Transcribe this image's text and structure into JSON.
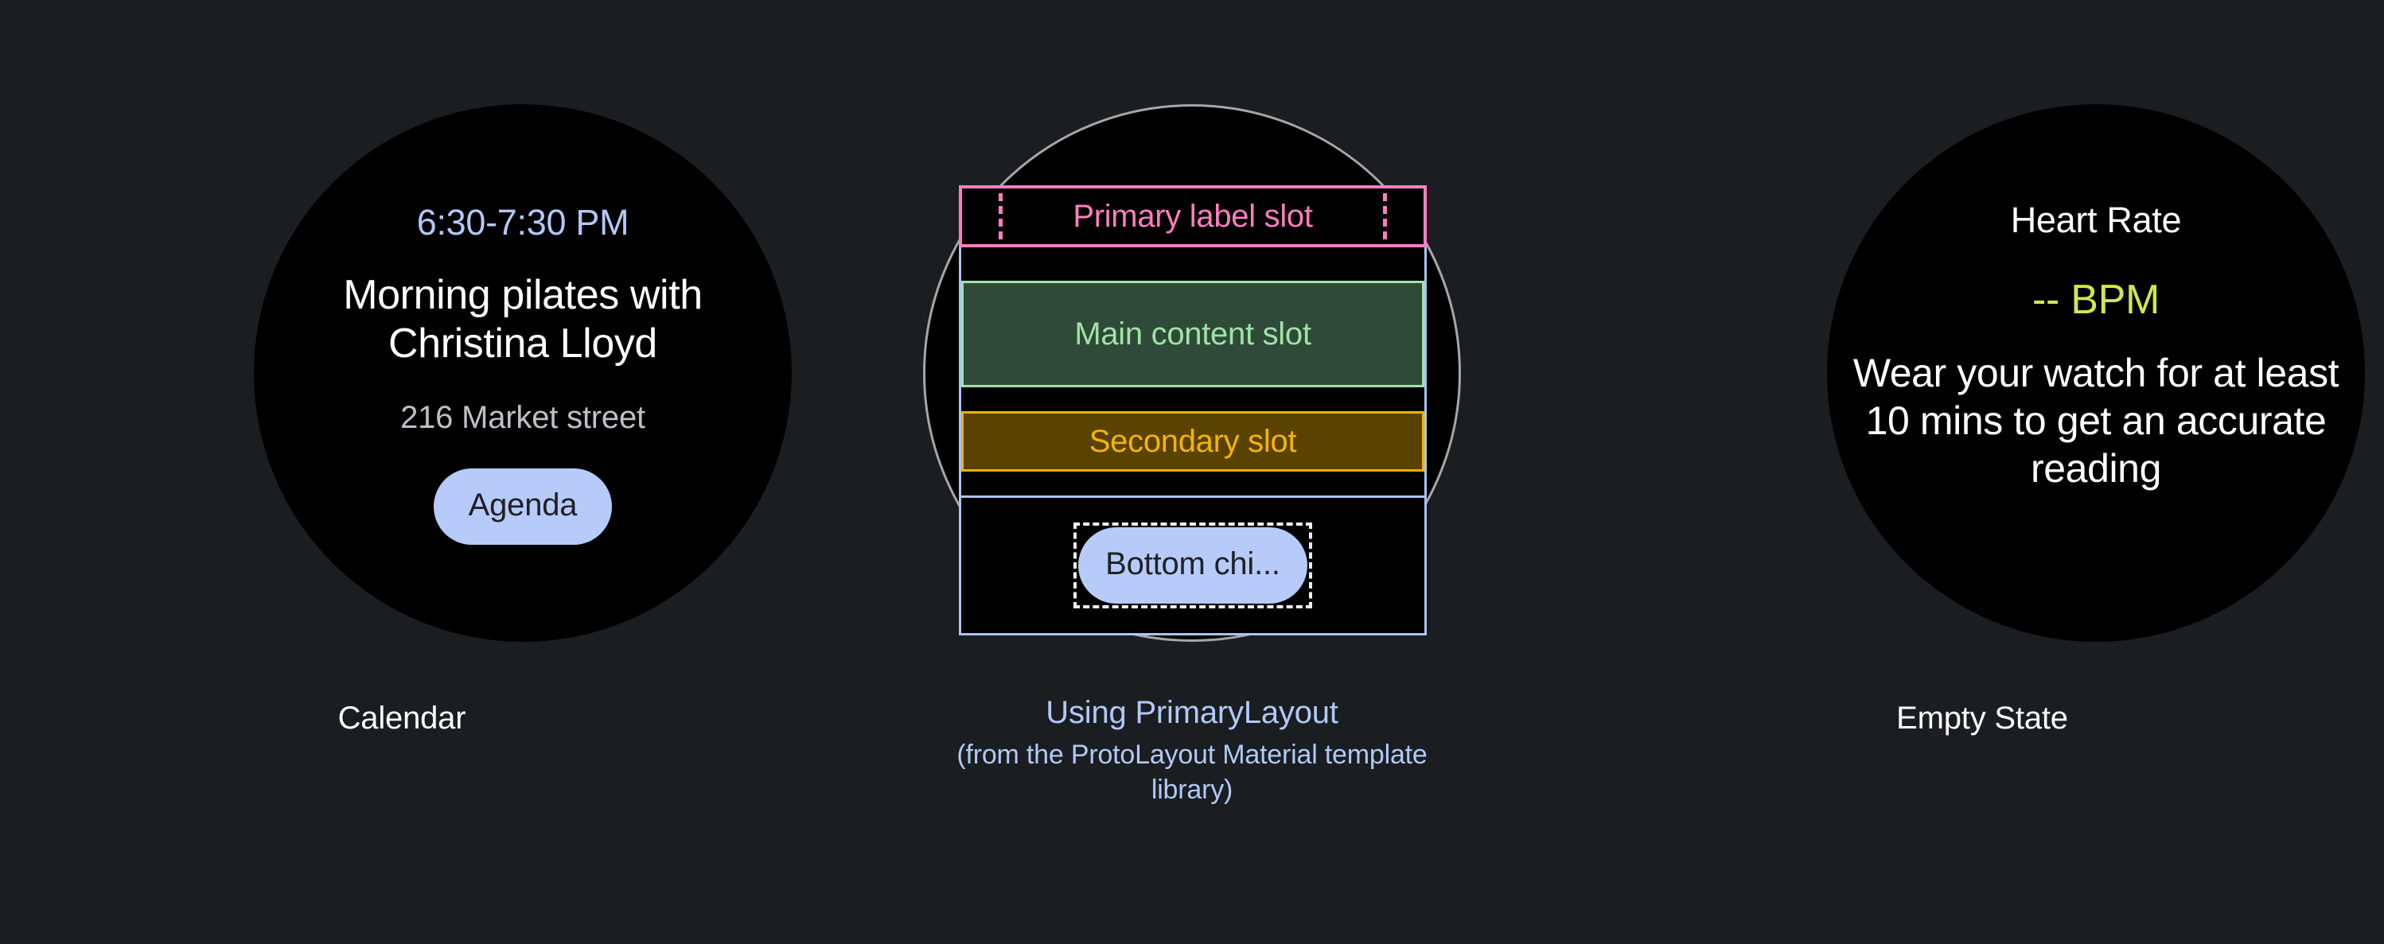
{
  "background_color": "#1a1e21",
  "columns": [
    {
      "key": "calendar",
      "caption": "Calendar",
      "watch": {
        "time_range": "6:30-7:30 PM",
        "event_title": "Morning pilates with Christina Lloyd",
        "location": "216 Market street",
        "chip_label": "Agenda"
      },
      "colors": {
        "time": "#b2c8f7",
        "title": "#ffffff",
        "location": "#bdc1c6",
        "chip_bg": "#b7cbfa",
        "chip_text": "#202124"
      }
    },
    {
      "key": "primary_layout",
      "caption_main": "Using PrimaryLayout",
      "caption_sub": "(from the ProtoLayout Material template library)",
      "caption_color": "#b2c8f7",
      "diagram": {
        "outline_circle_color": "#a6a6a6",
        "container_border_color": "#a9c4f2",
        "slots": [
          {
            "name": "primary-label-slot",
            "label": "Primary label slot",
            "border_color": "#ff7ec0",
            "fill_color": "#000000",
            "text_color": "#ff7ec0",
            "has_margin_guides": true
          },
          {
            "name": "main-content-slot",
            "label": "Main content slot",
            "border_color": "#9fe3a8",
            "fill_color": "#2f4a38",
            "text_color": "#9fe3a8",
            "has_margin_guides": false
          },
          {
            "name": "secondary-slot",
            "label": "Secondary slot",
            "border_color": "#efb100",
            "fill_color": "#5a4300",
            "text_color": "#f5b400",
            "has_margin_guides": false
          }
        ],
        "bottom_chip": {
          "label": "Bottom chi...",
          "bg": "#b7cbfa",
          "text_color": "#202124",
          "outline_style": "dashed",
          "outline_color": "#f2f2f2"
        }
      }
    },
    {
      "key": "empty_state",
      "caption": "Empty State",
      "watch": {
        "title": "Heart Rate",
        "value": "-- BPM",
        "hint": "Wear your watch for at least 10 mins to get an accurate reading"
      },
      "colors": {
        "title": "#ffffff",
        "value": "#cfe84f",
        "hint": "#ffffff"
      }
    }
  ]
}
